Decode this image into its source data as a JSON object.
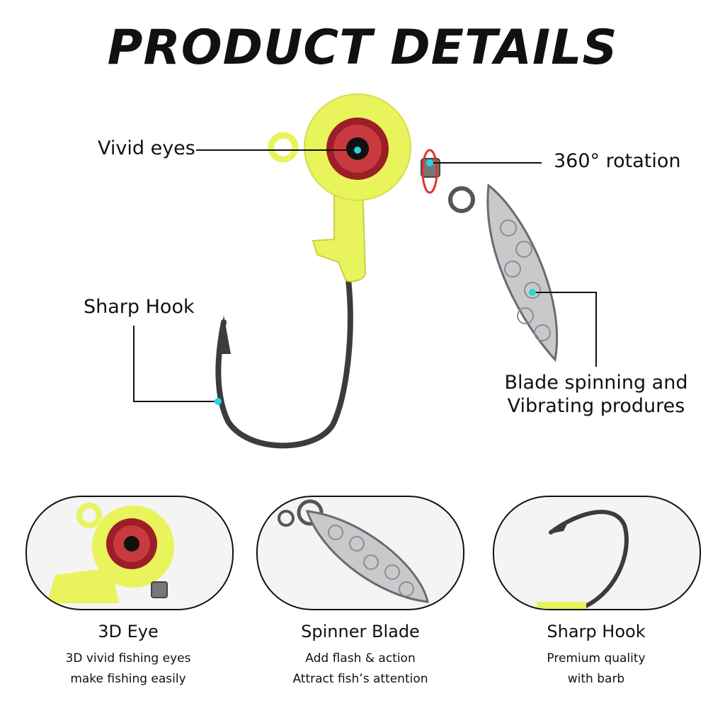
{
  "title": "PRODUCT DETAILS",
  "callouts": {
    "eyes": "Vivid eyes",
    "rotation": "360° rotation",
    "hook": "Sharp Hook",
    "blade_line1": "Blade spinning and",
    "blade_line2": "Vibrating produres"
  },
  "features": [
    {
      "title": "3D Eye",
      "line1": "3D vivid fishing eyes",
      "line2": "make fishing easily"
    },
    {
      "title": "Spinner Blade",
      "line1": "Add flash & action",
      "line2": "Attract fish’s attention"
    },
    {
      "title": "Sharp Hook",
      "line1": "Premium quality",
      "line2": "with barb"
    }
  ],
  "colors": {
    "jig_yellow": "#e9f35c",
    "eye_red": "#b3262e",
    "blade_silver": "#c9c9cc",
    "hook_dark": "#3b3b40",
    "marker_cyan": "#2ad4dc",
    "rotation_arrow": "#e0332e"
  }
}
